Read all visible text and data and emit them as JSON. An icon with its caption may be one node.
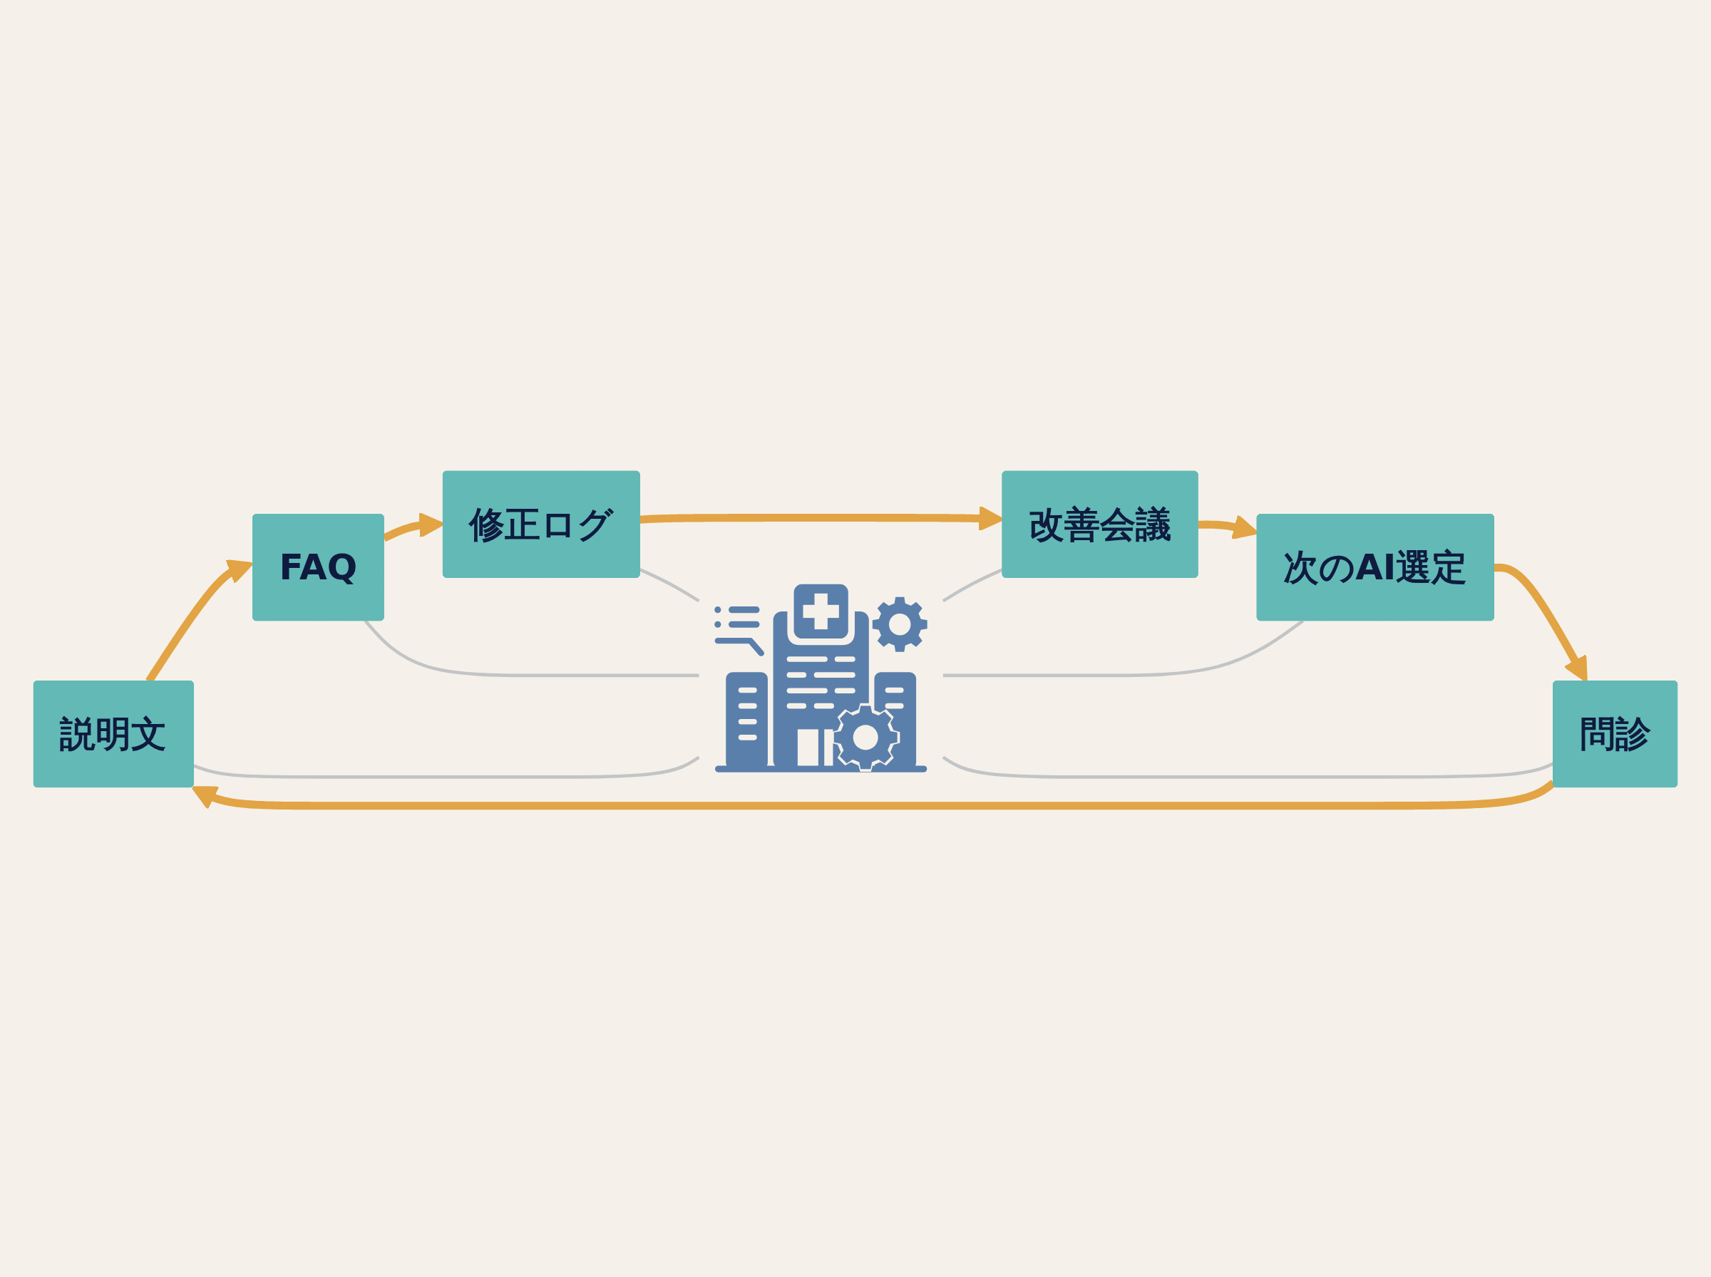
{
  "diagram": {
    "nodes": [
      {
        "text": [
          "説明文"
        ]
      },
      {
        "text": [
          "FAQ"
        ]
      },
      {
        "text": [
          "修正ログ"
        ]
      },
      {
        "text": [
          "改善会議"
        ]
      },
      {
        "text": [
          "次のAI選定"
        ]
      },
      {
        "text": [
          "問診"
        ]
      },
      {
        "text": [],
        "shape": "picture"
      }
    ],
    "edges": [
      {
        "from": 0,
        "to": 1,
        "arrow": "to",
        "style": "thick",
        "color": "#e2a444"
      },
      {
        "from": 1,
        "to": 2,
        "arrow": "to",
        "style": "thick",
        "color": "#e2a444"
      },
      {
        "from": 2,
        "to": 3,
        "arrow": "to",
        "style": "thick",
        "color": "#e2a444"
      },
      {
        "from": 3,
        "to": 4,
        "arrow": "to",
        "style": "thick",
        "color": "#e2a444"
      },
      {
        "from": 4,
        "to": 5,
        "arrow": "to",
        "style": "thick",
        "color": "#e2a444"
      },
      {
        "from": 5,
        "to": 0,
        "arrow": "to",
        "style": "thick",
        "color": "#e2a444"
      },
      {
        "from": 0,
        "to": 6,
        "arrow": "none",
        "color": "#c3c4c6"
      },
      {
        "from": 1,
        "to": 6,
        "arrow": "none",
        "color": "#c3c4c6"
      },
      {
        "from": 2,
        "to": 6,
        "arrow": "none",
        "color": "#c3c4c6"
      },
      {
        "from": 6,
        "to": 3,
        "arrow": "none",
        "color": "#c3c4c6"
      },
      {
        "from": 6,
        "to": 4,
        "arrow": "none",
        "color": "#c3c4c6"
      },
      {
        "from": 6,
        "to": 5,
        "arrow": "none",
        "color": "#c3c4c6"
      }
    ]
  }
}
